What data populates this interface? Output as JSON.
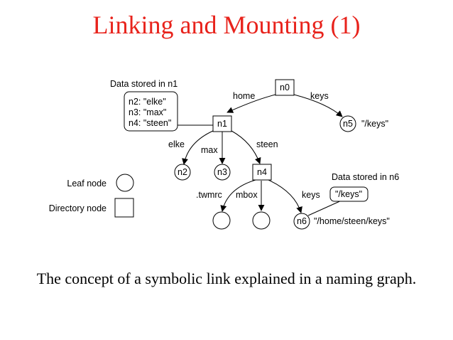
{
  "title": "Linking and Mounting (1)",
  "caption": "The concept of a symbolic link explained in a naming graph.",
  "legend": {
    "leaf_label": "Leaf node",
    "dir_label": "Directory node"
  },
  "n1_data": {
    "heading": "Data stored in n1",
    "lines": [
      "n2: \"elke\"",
      "n3: \"max\"",
      "n4: \"steen\""
    ]
  },
  "n6_data": {
    "heading": "Data stored in n6",
    "value": "\"/keys\""
  },
  "nodes": {
    "n0": "n0",
    "n1": "n1",
    "n2": "n2",
    "n3": "n3",
    "n4": "n4",
    "n5": "n5",
    "n6": "n6"
  },
  "path_labels": {
    "n5": "\"/keys\"",
    "n6": "\"/home/steen/keys\""
  },
  "edges": {
    "home": "home",
    "keys_top": "keys",
    "elke": "elke",
    "max": "max",
    "steen": "steen",
    "twmrc": ".twmrc",
    "mbox": "mbox",
    "keys_n4": "keys"
  }
}
